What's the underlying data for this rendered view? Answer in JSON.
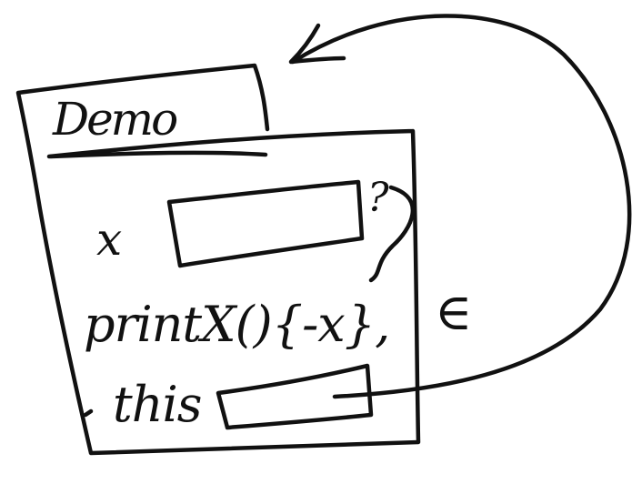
{
  "window": {
    "title": "Demo"
  },
  "fields": {
    "x_label": "x",
    "print_label": "printX(){-x},",
    "this_label": "this"
  },
  "annotations": {
    "question_mark": "?",
    "element_of": "∈"
  },
  "colors": {
    "ink": "#111111",
    "paper": "#ffffff"
  }
}
